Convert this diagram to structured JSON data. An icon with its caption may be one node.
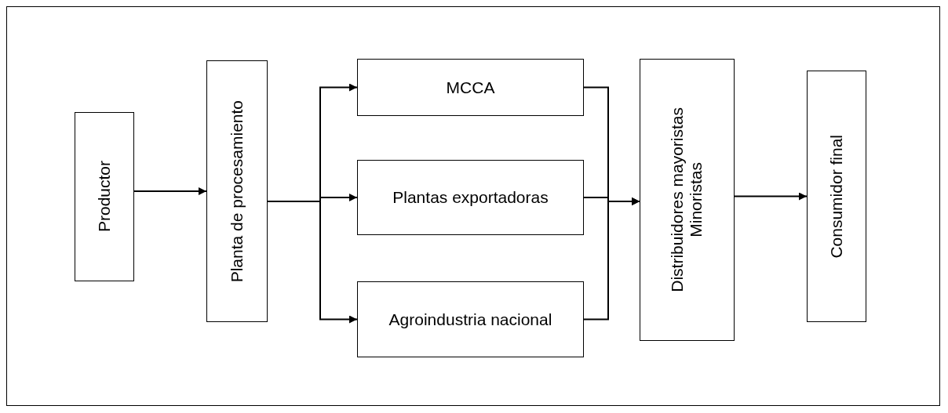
{
  "diagram": {
    "nodes": [
      {
        "text": [
          "Productor"
        ]
      },
      {
        "text": [
          "Planta de procesamiento"
        ]
      },
      {
        "text": [
          "MCCA"
        ]
      },
      {
        "text": [
          "Plantas exportadoras"
        ]
      },
      {
        "text": [
          "Agroindustria nacional"
        ]
      },
      {
        "text": [
          "Distribuidores mayoristas",
          "Minoristas"
        ]
      },
      {
        "text": [
          "Consumidor final"
        ]
      }
    ],
    "edges": [
      {
        "from": 0,
        "to": 1,
        "arrow": "to"
      },
      {
        "from": 1,
        "to": 2,
        "arrow": "to"
      },
      {
        "from": 1,
        "to": 3,
        "arrow": "to"
      },
      {
        "from": 1,
        "to": 4,
        "arrow": "to"
      },
      {
        "from": 2,
        "to": 5,
        "arrow": "to"
      },
      {
        "from": 3,
        "to": 5,
        "arrow": "to"
      },
      {
        "from": 4,
        "to": 5,
        "arrow": "to"
      },
      {
        "from": 5,
        "to": 6,
        "arrow": "to"
      }
    ]
  }
}
